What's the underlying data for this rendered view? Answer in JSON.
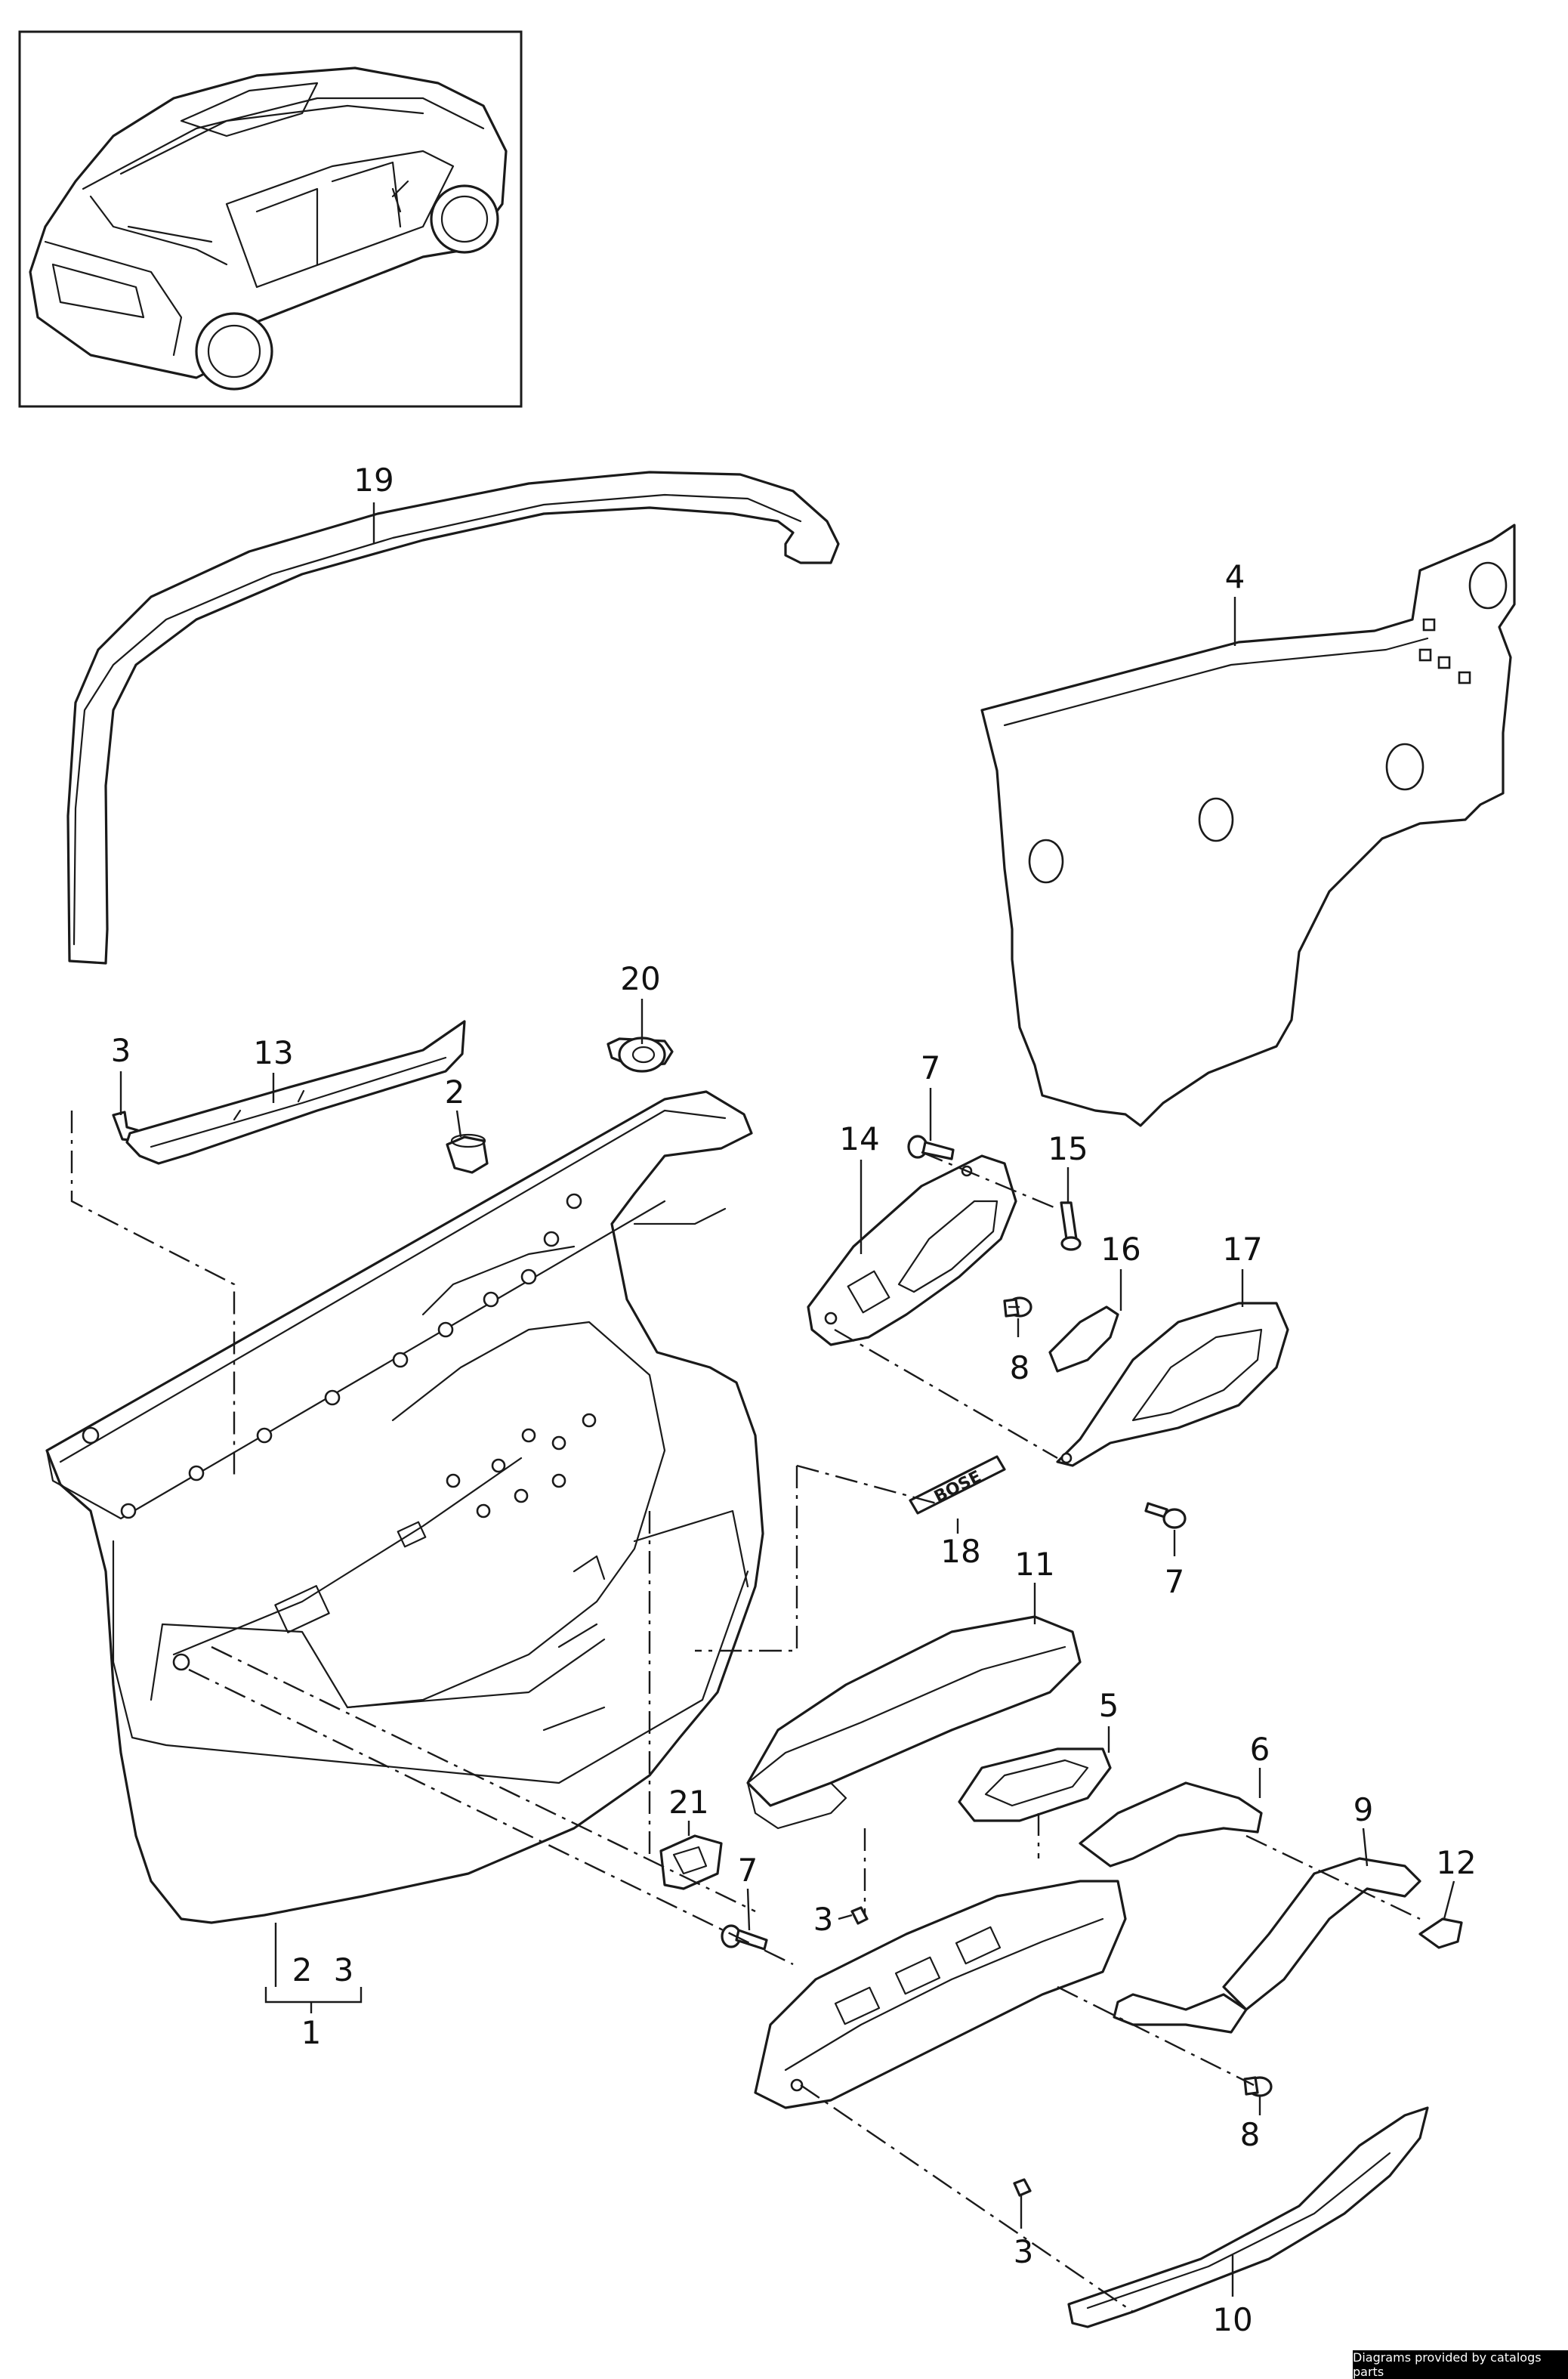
{
  "diagram": {
    "callouts": [
      {
        "id": "c19",
        "label": "19"
      },
      {
        "id": "c4",
        "label": "4"
      },
      {
        "id": "c20",
        "label": "20"
      },
      {
        "id": "c3a",
        "label": "3"
      },
      {
        "id": "c13",
        "label": "13"
      },
      {
        "id": "c2a",
        "label": "2"
      },
      {
        "id": "c7a",
        "label": "7"
      },
      {
        "id": "c15",
        "label": "15"
      },
      {
        "id": "c14",
        "label": "14"
      },
      {
        "id": "c16",
        "label": "16"
      },
      {
        "id": "c17",
        "label": "17"
      },
      {
        "id": "c8a",
        "label": "8"
      },
      {
        "id": "c18",
        "label": "18"
      },
      {
        "id": "c7b",
        "label": "7"
      },
      {
        "id": "c11",
        "label": "11"
      },
      {
        "id": "c5",
        "label": "5"
      },
      {
        "id": "c6",
        "label": "6"
      },
      {
        "id": "c9",
        "label": "9"
      },
      {
        "id": "c12",
        "label": "12"
      },
      {
        "id": "c21",
        "label": "21"
      },
      {
        "id": "c7c",
        "label": "7"
      },
      {
        "id": "c3b",
        "label": "3"
      },
      {
        "id": "c2b",
        "label": "2"
      },
      {
        "id": "c3c",
        "label": "3"
      },
      {
        "id": "c1",
        "label": "1"
      },
      {
        "id": "c8b",
        "label": "8"
      },
      {
        "id": "c3d",
        "label": "3"
      },
      {
        "id": "c10",
        "label": "10"
      }
    ],
    "badge_text": "BOSE"
  },
  "footer": {
    "credit": "Diagrams provided by catalogs parts"
  }
}
